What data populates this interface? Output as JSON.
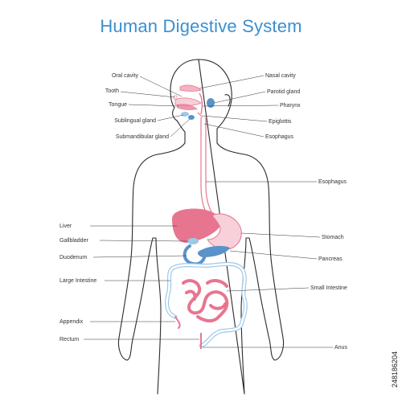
{
  "title": "Human Digestive System",
  "labels_left": {
    "oral_cavity": "Oral cavity",
    "tooth": "Tooth",
    "tongue": "Tongue",
    "sublingual_gland": "Sublingual gland",
    "submandibular_gland": "Submandibular gland",
    "liver": "Liver",
    "gallbladder": "Gallbladder",
    "duodenum": "Duodenum",
    "large_intestine": "Large Intestine",
    "appendix": "Appendix",
    "rectum": "Rectum"
  },
  "labels_right": {
    "nasal_cavity": "Nasal cavity",
    "parotid_gland": "Parotid gland",
    "pharynx": "Pharynx",
    "epiglottis": "Epiglottis",
    "esophagus_upper": "Esophagus",
    "esophagus": "Esophagus",
    "stomach": "Stomach",
    "pancreas": "Pancreas",
    "small_intestine": "Small Intestine",
    "anus": "Anus"
  },
  "stock_id": "248186204",
  "colors": {
    "title": "#3a8fd0",
    "outline": "#2b2b2b",
    "pink": "#e8758f",
    "light_pink": "#f4b3c3",
    "blue": "#5a93c9",
    "light_blue": "#9cc8ea"
  }
}
